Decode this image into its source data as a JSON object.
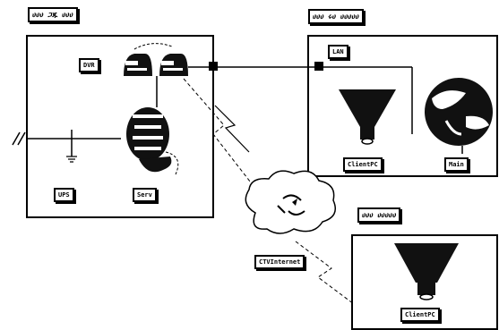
{
  "titles": {
    "left_site": "ሀሀሀ ጋጁ ሀሀሀ",
    "right_site": "ሀሀሀ ሩሀ ሀሀሀሀሀ",
    "remote_site": "ሀሀሀ ሀሀሀሀሀ"
  },
  "labels": {
    "dvr": "DVR",
    "ups": "UPS",
    "server": "Serv",
    "lan": "LAN",
    "client_pc_1": "ClientPC",
    "monitor": "Main",
    "client_pc_2": "ClientPC",
    "internet": "CTVInternet"
  }
}
